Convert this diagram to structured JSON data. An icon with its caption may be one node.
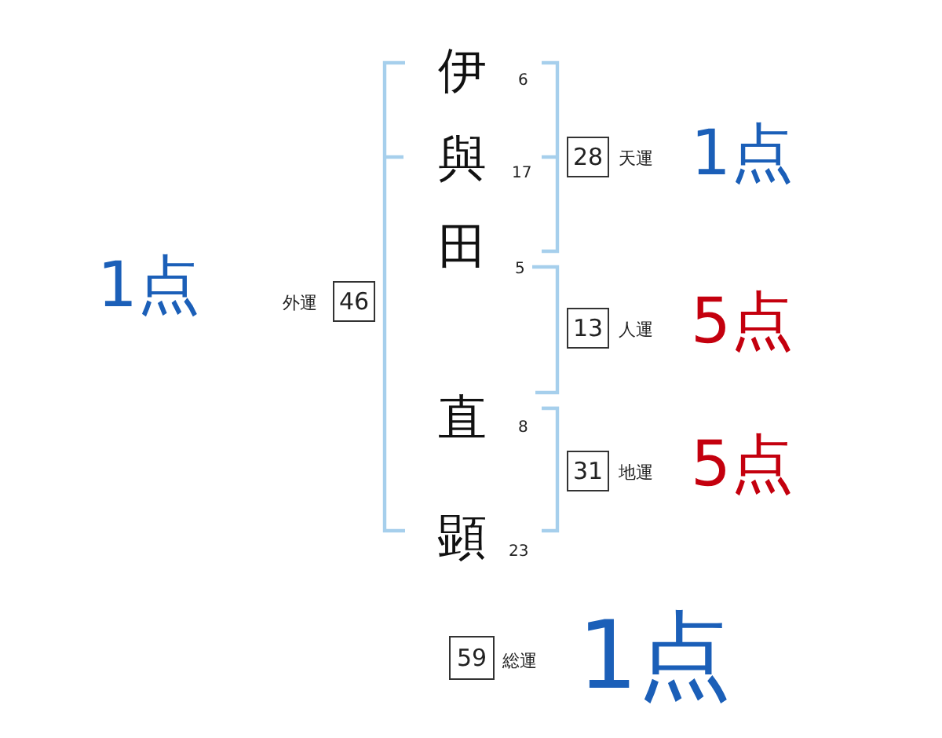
{
  "diagram": {
    "nodes": [
      {
        "text": [
          "28"
        ],
        "beside": [
          "天運",
          "1点"
        ]
      },
      {
        "text": [
          "46"
        ],
        "beside": [
          "外運",
          "1点"
        ]
      },
      {
        "text": [
          "13"
        ],
        "beside": [
          "人運",
          "5点"
        ]
      },
      {
        "text": [
          "31"
        ],
        "beside": [
          "地運",
          "5点"
        ]
      },
      {
        "text": [
          "59"
        ],
        "beside": [
          "総運",
          "1点"
        ]
      }
    ],
    "labels": [
      "伊",
      "6",
      "與",
      "17",
      "田",
      "5",
      "直",
      "8",
      "顕",
      "23"
    ]
  }
}
